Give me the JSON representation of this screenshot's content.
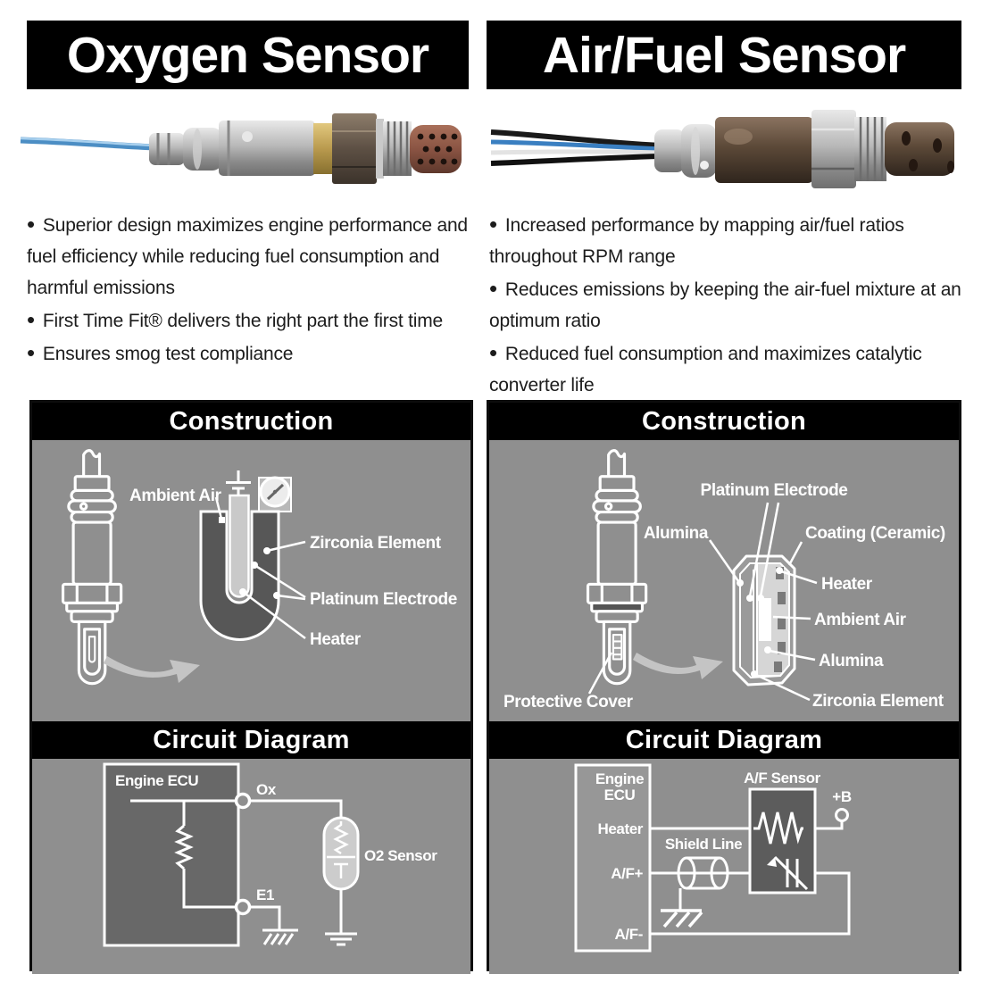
{
  "left": {
    "title": "Oxygen Sensor",
    "bullets": [
      "Superior design maximizes engine performance and fuel efficiency while reducing fuel consumption and harmful emissions",
      "First Time Fit® delivers the right part the first time",
      "Ensures smog test compliance"
    ],
    "construction": {
      "header": "Construction",
      "labels": {
        "ambient_air": "Ambient Air",
        "zirconia": "Zirconia Element",
        "platinum": "Platinum Electrode",
        "heater": "Heater"
      }
    },
    "circuit": {
      "header": "Circuit Diagram",
      "labels": {
        "ecu": "Engine ECU",
        "ox": "Ox",
        "e1": "E1",
        "sensor": "O2 Sensor"
      }
    }
  },
  "right": {
    "title": "Air/Fuel Sensor",
    "bullets": [
      "Increased performance by mapping air/fuel ratios throughout RPM range",
      "Reduces emissions by keeping the air-fuel mixture at an optimum ratio",
      "Reduced fuel consumption and maximizes catalytic converter life"
    ],
    "construction": {
      "header": "Construction",
      "labels": {
        "platinum": "Platinum Electrode",
        "alumina_top": "Alumina",
        "coating": "Coating (Ceramic)",
        "heater": "Heater",
        "ambient_air": "Ambient Air",
        "alumina_bottom": "Alumina",
        "zirconia": "Zirconia Element",
        "protective_cover": "Protective Cover"
      }
    },
    "circuit": {
      "header": "Circuit Diagram",
      "labels": {
        "ecu_line1": "Engine",
        "ecu_line2": "ECU",
        "heater": "Heater",
        "af_plus": "A/F+",
        "af_minus": "A/F-",
        "shield": "Shield Line",
        "sensor": "A/F Sensor",
        "plus_b": "+B"
      }
    }
  },
  "colors": {
    "header_bg": "#000000",
    "header_text": "#ffffff",
    "panel_bg": "#8f8f8f",
    "diagram_line": "#ffffff",
    "zirconia_dark": "#575757",
    "ecu_fill": "#686868",
    "sensor_pill": "#cccccc",
    "af_box": "#5c5c5c",
    "wire_blue": "#5b9bd5"
  }
}
